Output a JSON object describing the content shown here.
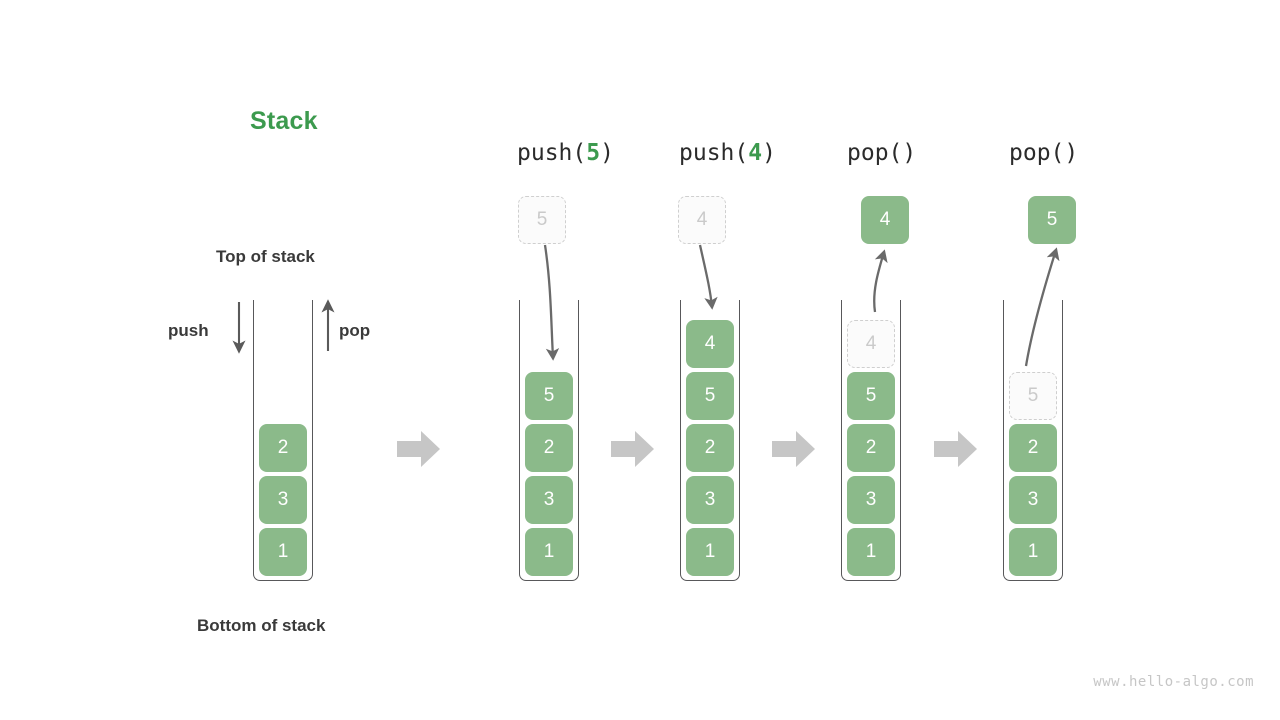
{
  "diagram": {
    "title": "Stack",
    "title_color": "#3c9a4e",
    "element_color": "#8bba8a",
    "ghost_color": "#cacaca",
    "container_color": "#58585a",
    "transition_arrow_color": "#c6c6c6",
    "watermark": "www.hello-algo.com"
  },
  "annotations": {
    "top_of_stack": "Top of stack",
    "bottom_of_stack": "Bottom of stack",
    "push": "push",
    "pop": "pop"
  },
  "columns": [
    {
      "id": "initial",
      "header": "",
      "header_prefix": "",
      "header_value": "",
      "header_suffix": "",
      "stack": [
        "2",
        "3",
        "1"
      ],
      "ghost_in_stack": null,
      "float_cell": null,
      "float_kind": null
    },
    {
      "id": "push-5",
      "header": "push(5)",
      "header_prefix": "push(",
      "header_value": "5",
      "header_suffix": ")",
      "stack": [
        "5",
        "2",
        "3",
        "1"
      ],
      "ghost_in_stack": null,
      "float_cell": "5",
      "float_kind": "ghost"
    },
    {
      "id": "push-4",
      "header": "push(4)",
      "header_prefix": "push(",
      "header_value": "4",
      "header_suffix": ")",
      "stack": [
        "4",
        "5",
        "2",
        "3",
        "1"
      ],
      "ghost_in_stack": null,
      "float_cell": "4",
      "float_kind": "ghost"
    },
    {
      "id": "pop-1",
      "header": "pop()",
      "header_prefix": "pop()",
      "header_value": "",
      "header_suffix": "",
      "stack": [
        "5",
        "2",
        "3",
        "1"
      ],
      "ghost_in_stack": "4",
      "float_cell": "4",
      "float_kind": "solid"
    },
    {
      "id": "pop-2",
      "header": "pop()",
      "header_prefix": "pop()",
      "header_value": "",
      "header_suffix": "",
      "stack": [
        "2",
        "3",
        "1"
      ],
      "ghost_in_stack": "5",
      "float_cell": "5",
      "float_kind": "solid"
    }
  ]
}
